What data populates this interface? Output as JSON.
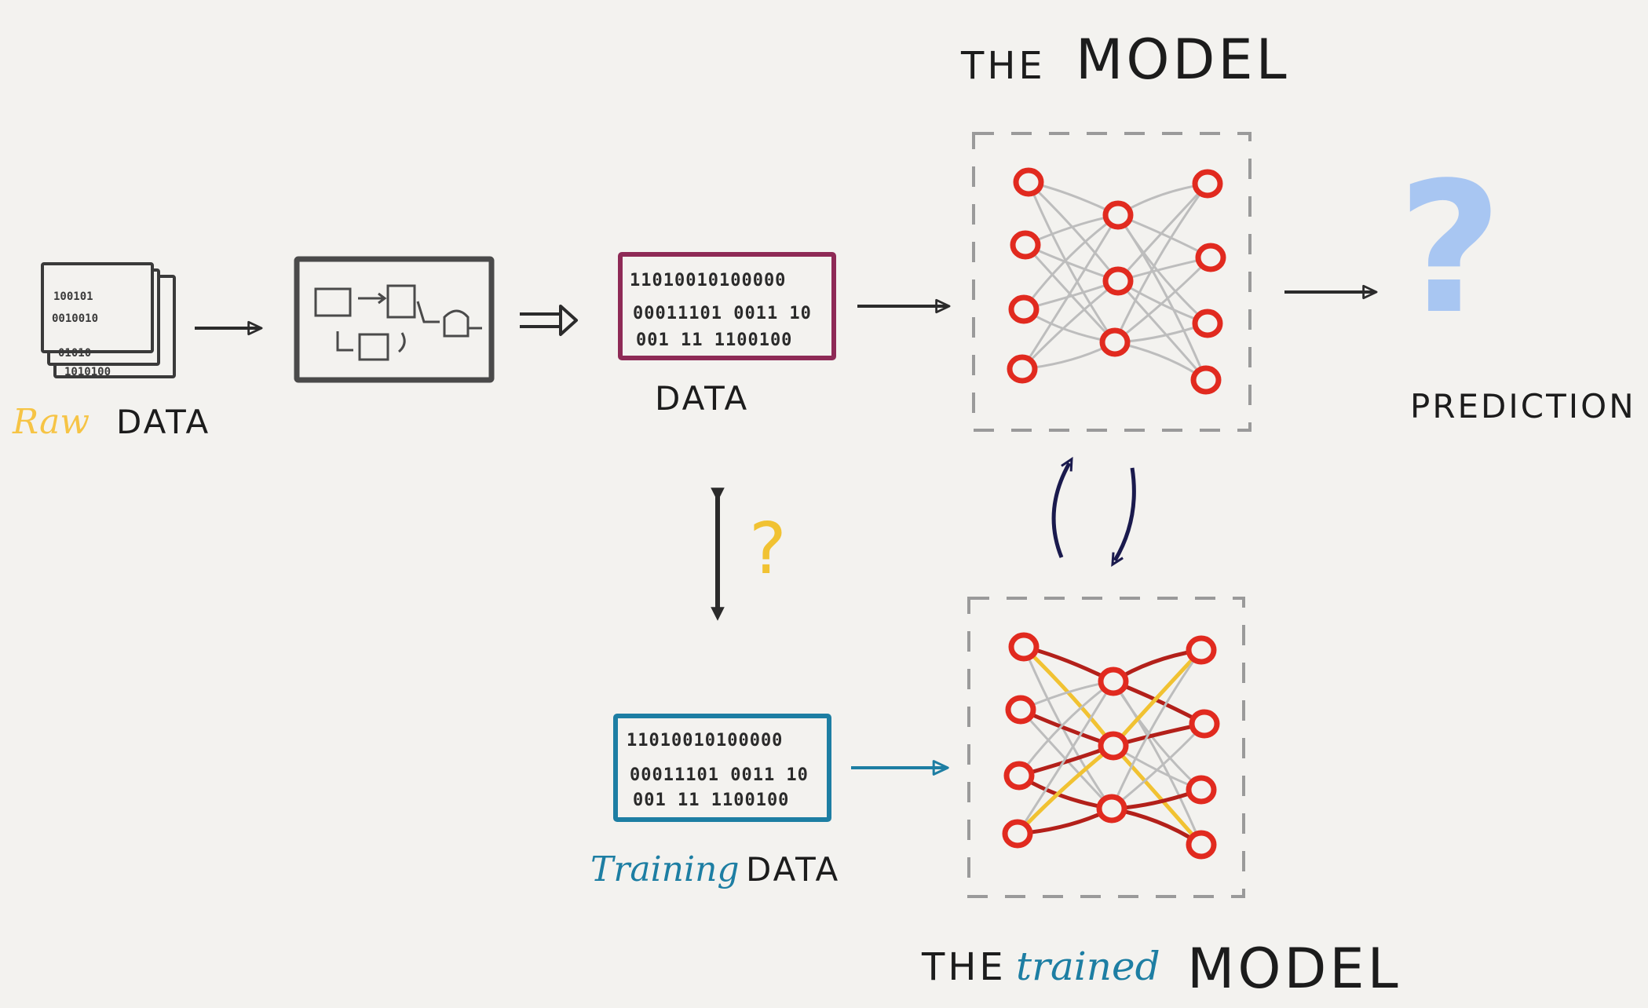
{
  "colors": {
    "background": "#f3f2ef",
    "ink": "#1c1c1c",
    "raw_accent": "#f6c445",
    "data_border": "#8e2a56",
    "training_border": "#1d7ea3",
    "training_text": "#1d7ea3",
    "node_red": "#e12a1f",
    "edge_gray": "#bdbdbd",
    "edge_dark_red": "#b3201a",
    "edge_yellow": "#f1c232",
    "question_blue": "#a8c6f2",
    "cycle_arrow": "#1a1a4d",
    "dashed_box": "#9a9a9a"
  },
  "raw_data": {
    "accent_word": "Raw",
    "word": "DATA",
    "binary_lines": [
      "100101",
      "0010010",
      "01010",
      "1010100"
    ]
  },
  "data": {
    "label": "DATA",
    "binary_lines": [
      "11010010100000",
      "00011101 0011 10",
      "001 11 1100100"
    ]
  },
  "training_data": {
    "accent_word": "Training",
    "word": "DATA",
    "binary_lines": [
      "11010010100000",
      "00011101 0011 10",
      "001 11 1100100"
    ]
  },
  "model": {
    "title_the": "THE",
    "title_model": "MODEL"
  },
  "trained_model": {
    "title_the": "THE",
    "title_accent": "trained",
    "title_model": "MODEL"
  },
  "prediction": {
    "label": "PREDICTION",
    "symbol": "?"
  },
  "link_question": {
    "symbol": "?"
  },
  "icons": {
    "raw_stack": "paper-stack-icon",
    "pipeline": "processing-pipeline-icon",
    "question": "question-mark-icon",
    "cycle": "training-cycle-icon"
  }
}
